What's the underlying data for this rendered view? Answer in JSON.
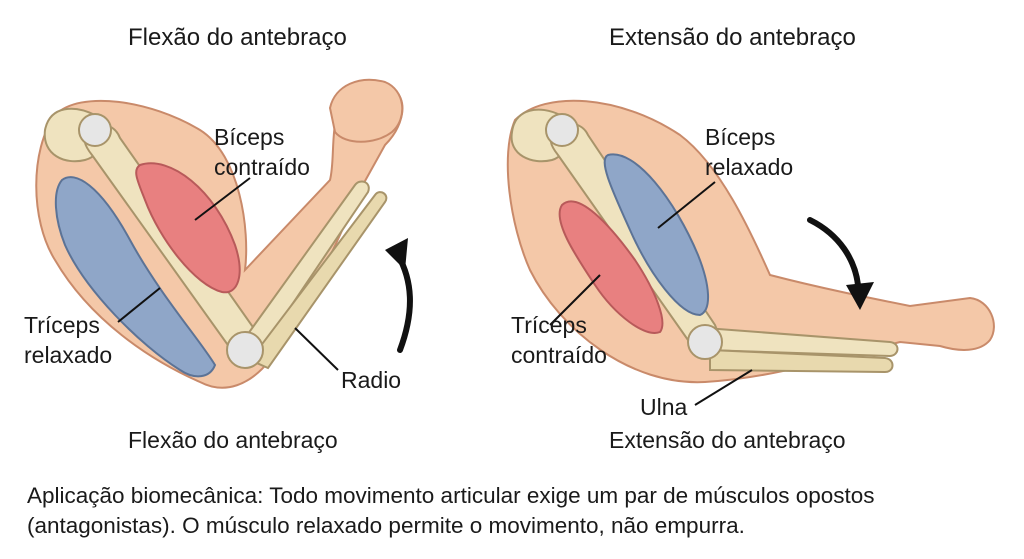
{
  "panels": {
    "flexion": {
      "title": "Flexão do antebraço",
      "caption": "Flexão do antebraço",
      "biceps_line1": "Bíceps",
      "biceps_line2": "contraído",
      "triceps_line1": "Tríceps",
      "triceps_line2": "relaxado",
      "bone_label": "Radio"
    },
    "extension": {
      "title": "Extensão do antebraço",
      "caption": "Extensão do antebraço",
      "biceps_line1": "Bíceps",
      "biceps_line2": "relaxado",
      "triceps_line1": "Tríceps",
      "triceps_line2": "contraído",
      "bone_label": "Ulna"
    }
  },
  "note": {
    "line1": "Aplicação biomecânica: Todo movimento articular exige um par de músculos opostos",
    "line2": "(antagonistas). O músculo relaxado permite o movimento, não empurra."
  },
  "colors": {
    "skin": "#f4c8a8",
    "skin_outline": "#c98a6a",
    "bone": "#efe3bf",
    "contracted_muscle": "#e88080",
    "relaxed_muscle": "#8fa6c8",
    "arrow": "#111111"
  }
}
